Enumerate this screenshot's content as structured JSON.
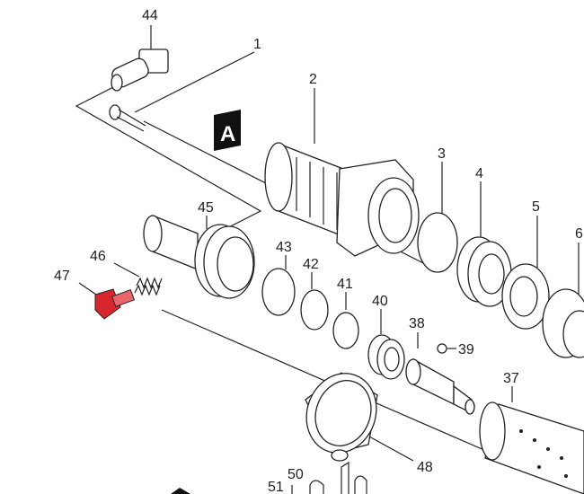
{
  "diagram": {
    "section_marker": "A",
    "part_labels": {
      "p1": "1",
      "p2": "2",
      "p3": "3",
      "p4": "4",
      "p5": "5",
      "p6": "6",
      "p37": "37",
      "p38": "38",
      "p39": "39",
      "p40": "40",
      "p41": "41",
      "p42": "42",
      "p43": "43",
      "p44": "44",
      "p45": "45",
      "p46": "46",
      "p47": "47",
      "p48": "48",
      "p50": "50",
      "p51": "51"
    },
    "colors": {
      "highlight_part": "#d9262e",
      "line": "#222222"
    }
  }
}
